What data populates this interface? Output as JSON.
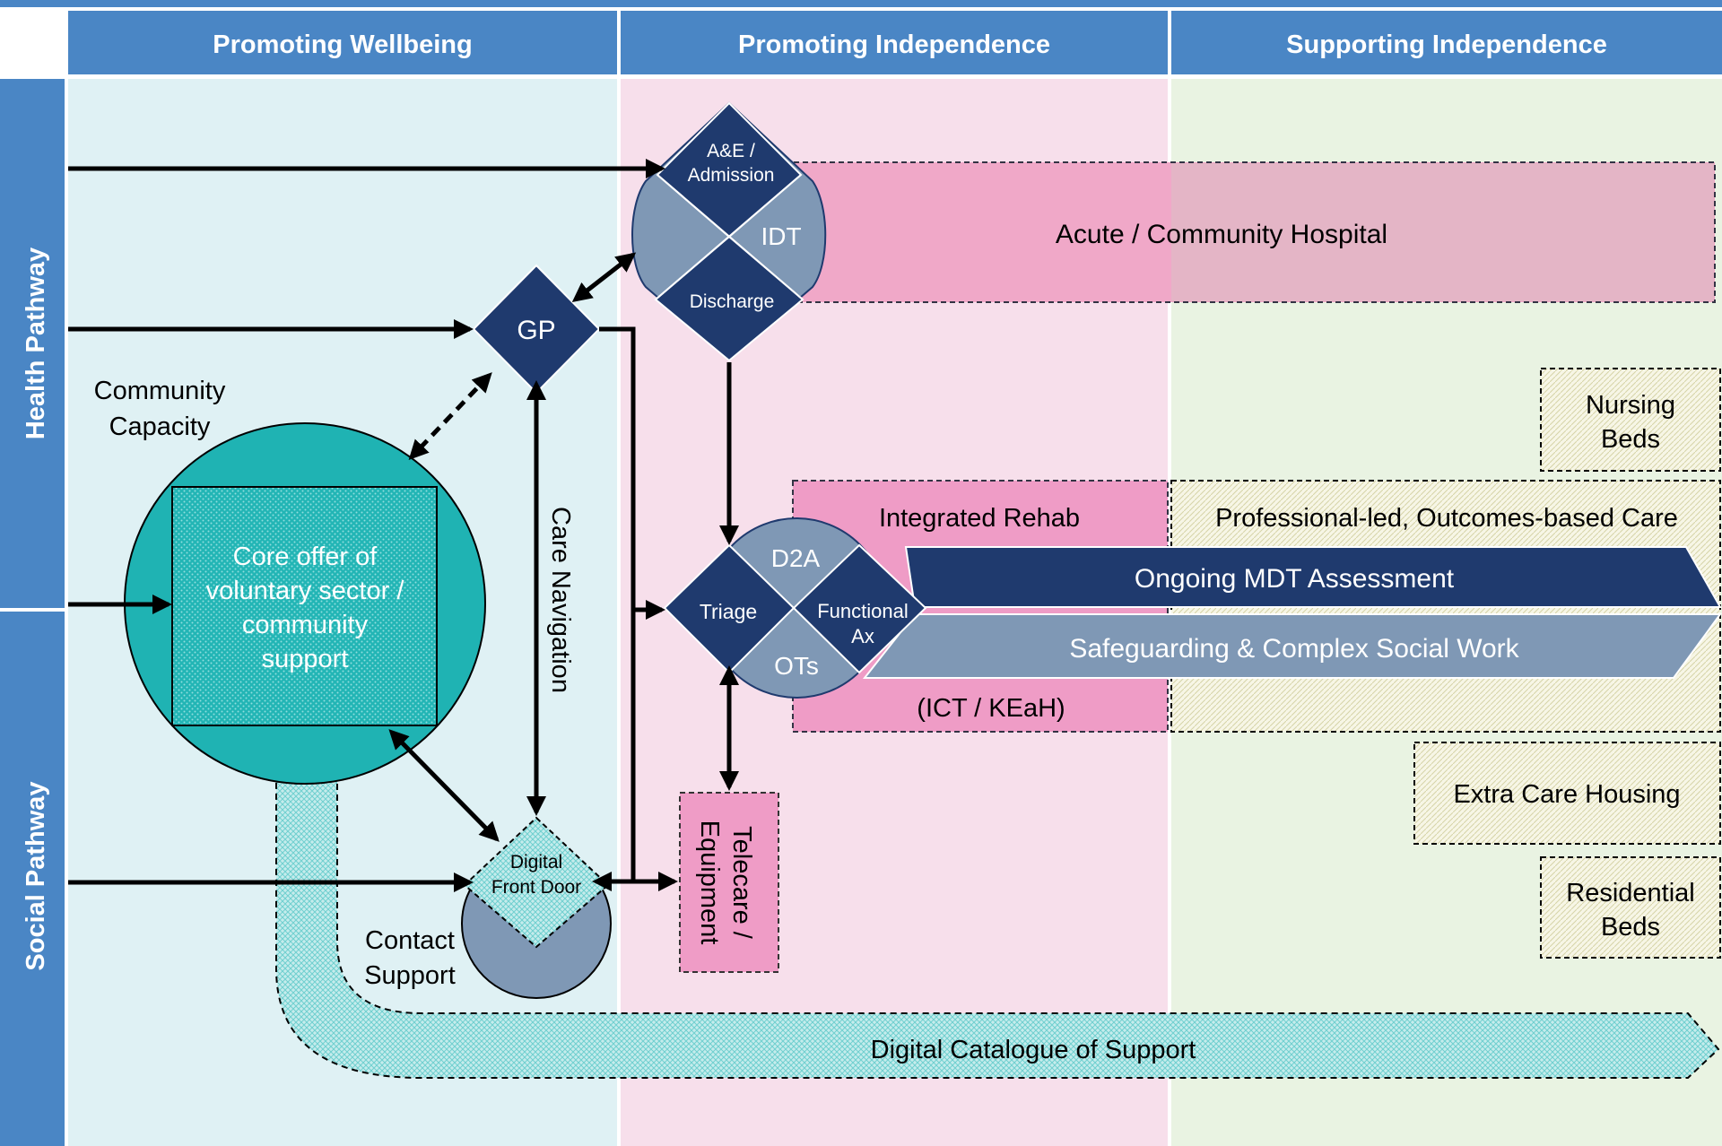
{
  "columns": {
    "promoting_wellbeing": "Promoting Wellbeing",
    "promoting_independence": "Promoting Independence",
    "supporting_independence": "Supporting Independence"
  },
  "rows": {
    "health": "Health Pathway",
    "social": "Social Pathway"
  },
  "nodes": {
    "ae_line1": "A&E /",
    "ae_line2": "Admission",
    "idt": "IDT",
    "discharge": "Discharge",
    "gp": "GP",
    "community_capacity_line1": "Community",
    "community_capacity_line2": "Capacity",
    "core_offer_line1": "Core offer of",
    "core_offer_line2": "voluntary sector /",
    "core_offer_line3": "community",
    "core_offer_line4": "support",
    "care_navigation": "Care Navigation",
    "digital_front_door_line1": "Digital",
    "digital_front_door_line2": "Front Door",
    "contact_support_line1": "Contact",
    "contact_support_line2": "Support",
    "telecare_line1": "Telecare /",
    "telecare_line2": "Equipment",
    "d2a": "D2A",
    "triage": "Triage",
    "functional_ax_line1": "Functional",
    "functional_ax_line2": "Ax",
    "ots": "OTs"
  },
  "bands": {
    "acute_hospital": "Acute / Community Hospital",
    "integrated_rehab": "Integrated Rehab",
    "ict_keah": "(ICT / KEaH)",
    "professional_led_care": "Professional-led, Outcomes-based Care",
    "ongoing_mdt": "Ongoing MDT Assessment",
    "safeguarding": "Safeguarding & Complex Social Work",
    "digital_catalogue": "Digital Catalogue of Support"
  },
  "boxes": {
    "nursing_beds_line1": "Nursing",
    "nursing_beds_line2": "Beds",
    "extra_care_housing": "Extra Care Housing",
    "residential_beds_line1": "Residential",
    "residential_beds_line2": "Beds"
  },
  "colors": {
    "header_blue": "#4a86c5",
    "navy": "#1f3a6e",
    "grey_blue": "#7f98b5",
    "teal": "#1fb3b3",
    "pink": "#ef9cc6",
    "wellbeing_bg": "#dff1f4",
    "independence_bg": "#f7dfeb",
    "supporting_bg": "#e9f3e2"
  }
}
